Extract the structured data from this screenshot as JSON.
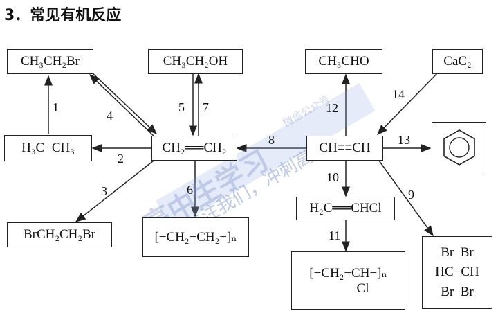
{
  "title": "3．常见有机反应",
  "nodes": {
    "ethyl_bromide": "CH₃CH₂Br",
    "ethanol": "CH₃CH₂OH",
    "acetaldehyde": "CH₃CHO",
    "calcium_carbide": "CaC₂",
    "ethane": "H₃C−CH₃",
    "ethylene": "CH₂══CH₂",
    "acetylene": "CH≡≡CH",
    "dibromoethane": "BrCH₂CH₂Br",
    "polyethylene": "[−CH₂−CH₂−]ₙ",
    "vinyl_chloride": "H₂C══CHCl",
    "pvc": "[−CH₂−CH−]ₙ",
    "pvc_sub": "Cl",
    "tetrabromo_top": "Br  Br",
    "tetrabromo_mid": "HC−CH",
    "tetrabromo_bot": "Br  Br"
  },
  "reaction_numbers": [
    "1",
    "2",
    "3",
    "4",
    "5",
    "7",
    "6",
    "8",
    "12",
    "14",
    "13",
    "10",
    "9",
    "11"
  ],
  "watermark": {
    "line1": "高中生学习",
    "line2": "关注我们，冲刺高考！",
    "line3": "微信公众号"
  }
}
